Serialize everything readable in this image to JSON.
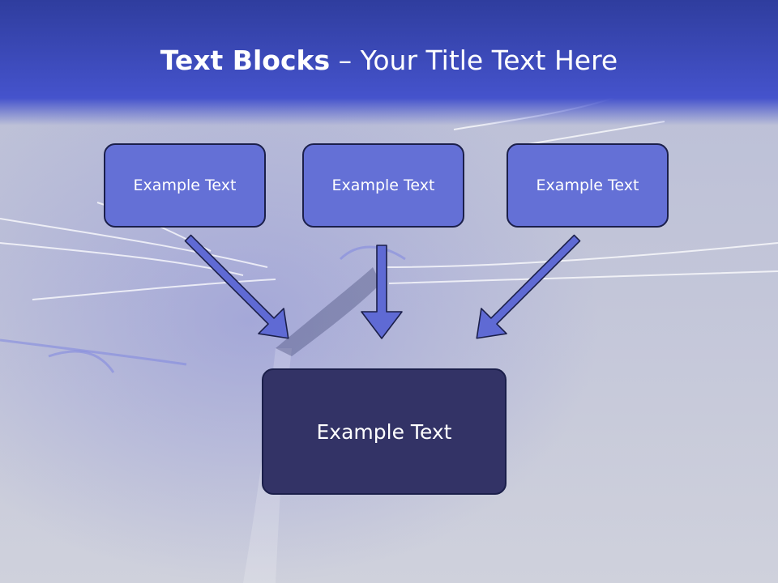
{
  "slide": {
    "title_bold": "Text Blocks",
    "title_dash": " – ",
    "title_rest": "Your Title Text Here"
  },
  "blocks": {
    "left": "Example Text",
    "center": "Example Text",
    "right": "Example Text",
    "bottom": "Example Text"
  },
  "colors": {
    "title_band": "#3f4fc7",
    "top_box_fill": "#6470d6",
    "bottom_box_fill": "#333366",
    "box_border": "#1b1f4a",
    "arrow_fill": "#5f6ad4",
    "text": "#ffffff"
  }
}
